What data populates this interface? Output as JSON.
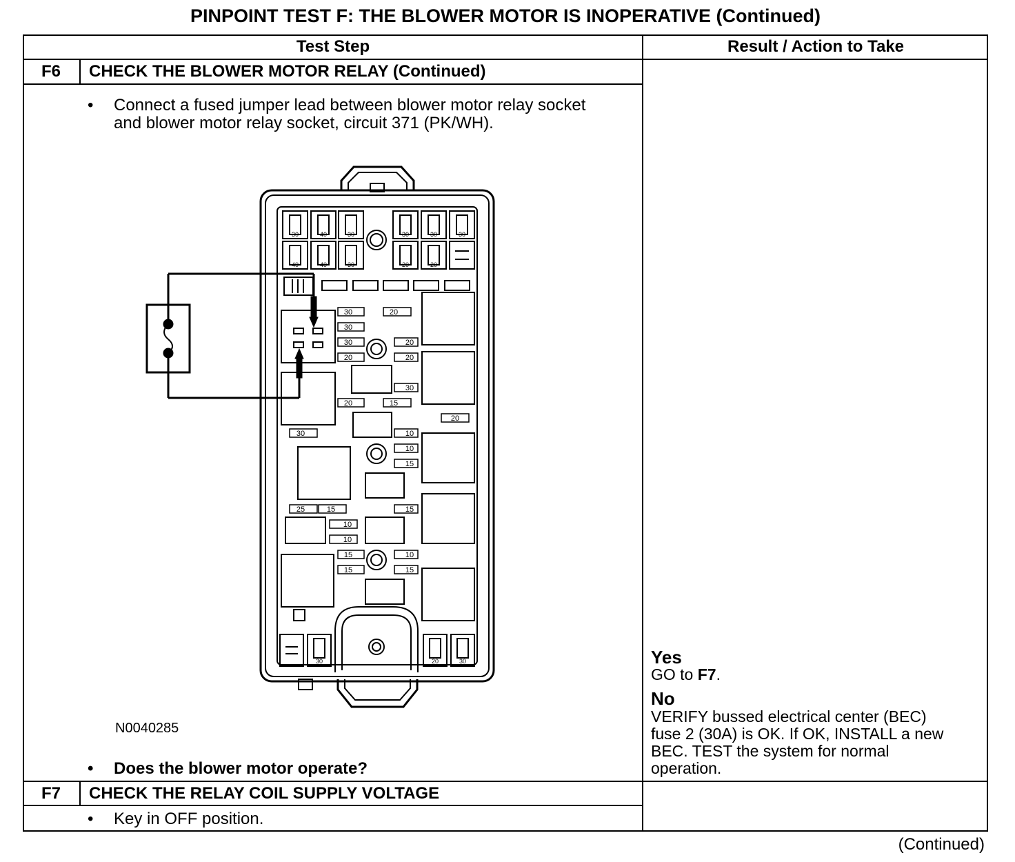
{
  "title": "PINPOINT TEST F: THE BLOWER MOTOR IS INOPERATIVE (Continued)",
  "table": {
    "col_test_step": "Test Step",
    "col_result": "Result / Action to Take"
  },
  "steps": [
    {
      "id": "F6",
      "title": "CHECK THE BLOWER MOTOR RELAY (Continued)",
      "bullet1_line1": "Connect a fused jumper lead between blower motor relay socket",
      "bullet1_line2": "and blower motor relay socket, circuit 371 (PK/WH).",
      "figure_id": "N0040285",
      "question": "Does the blower motor operate?",
      "yes_label": "Yes",
      "yes_action_prefix": "GO to",
      "yes_action_target": "F7",
      "no_label": "No",
      "no_action_lines": [
        "VERIFY bussed electrical center (BEC)",
        "fuse 2 (30A) is OK. If OK, INSTALL a new",
        "BEC. TEST the system for normal",
        "operation."
      ]
    },
    {
      "id": "F7",
      "title": "CHECK THE RELAY COIL SUPPLY VOLTAGE",
      "bullet1": "Key in OFF position."
    }
  ],
  "fuse_labels": {
    "top_row": [
      "30",
      "40",
      "30",
      "30",
      "30",
      "30"
    ],
    "second_row": [
      "40",
      "40",
      "30",
      "20",
      "20"
    ],
    "mid_a": [
      "30",
      "30",
      "30",
      "20",
      "20",
      "20",
      "30",
      "20"
    ],
    "mid_b": [
      "20",
      "15",
      "20",
      "30",
      "10",
      "10",
      "15"
    ],
    "lower": [
      "25",
      "15",
      "15",
      "10",
      "10",
      "15",
      "10",
      "15",
      "15"
    ],
    "bottom": [
      "30",
      "20",
      "30"
    ]
  },
  "footer": "(Continued)"
}
